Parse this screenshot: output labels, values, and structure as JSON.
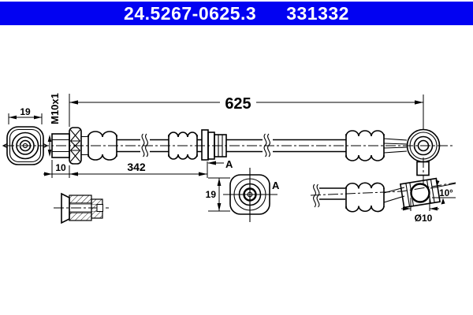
{
  "header": {
    "part_number": "24.5267-0625.3",
    "reference_number": "331332",
    "background_color": "#0202f2",
    "text_color": "#ffffff"
  },
  "drawing": {
    "colors": {
      "line": "#000000",
      "background": "#ffffff"
    },
    "dimensions": {
      "overall_length": "625",
      "first_section_length": "342",
      "fitting_length": "10",
      "thread": "M10x1",
      "end_fitting_width": "19",
      "view_a_width": "19",
      "banjo_hole_diameter": "Ø10",
      "banjo_angle": "10°"
    },
    "section_labels": {
      "arrow": "A",
      "view": "A"
    }
  }
}
